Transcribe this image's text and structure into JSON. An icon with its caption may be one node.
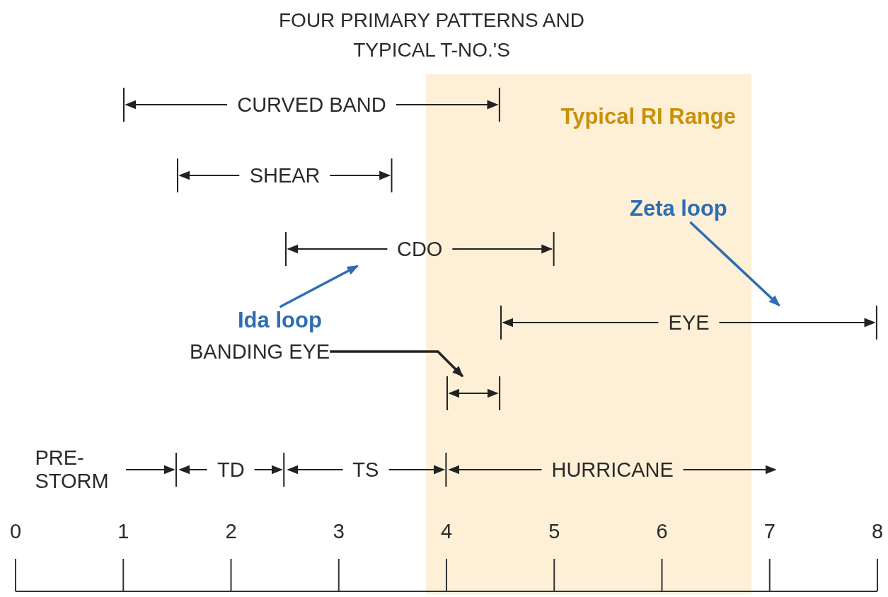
{
  "diagram": {
    "title": "FOUR PRIMARY PATTERNS AND TYPICAL T-NO.'S",
    "nodes": [
      {
        "text": [
          "Typical RI Range"
        ]
      },
      {
        "text": [
          "CURVED BAND"
        ]
      },
      {
        "text": [
          "SHEAR"
        ]
      },
      {
        "text": [
          "CDO"
        ]
      },
      {
        "text": [
          "Zeta loop"
        ],
        "in": 0
      },
      {
        "text": [
          "Ida loop"
        ]
      },
      {
        "text": [
          "EYE"
        ]
      },
      {
        "text": [
          "BANDING EYE"
        ]
      },
      {
        "text": [],
        "shape": "bar",
        "in": 0
      },
      {
        "text": [
          "PRE- STORM"
        ]
      },
      {
        "text": [
          "TD"
        ]
      },
      {
        "text": [
          "TS"
        ]
      },
      {
        "text": [
          "HURRICANE"
        ]
      }
    ],
    "edges": [
      {
        "from": 5,
        "to": 3,
        "arrow": "to",
        "color": "#2e6db4"
      },
      {
        "from": 4,
        "to": 6,
        "arrow": "to",
        "color": "#2e6db4"
      },
      {
        "from": 7,
        "to": 8,
        "arrow": "to",
        "color": "#222222"
      }
    ],
    "labels": [
      "0",
      "1",
      "2",
      "3",
      "4",
      "5",
      "6",
      "7",
      "8"
    ]
  }
}
